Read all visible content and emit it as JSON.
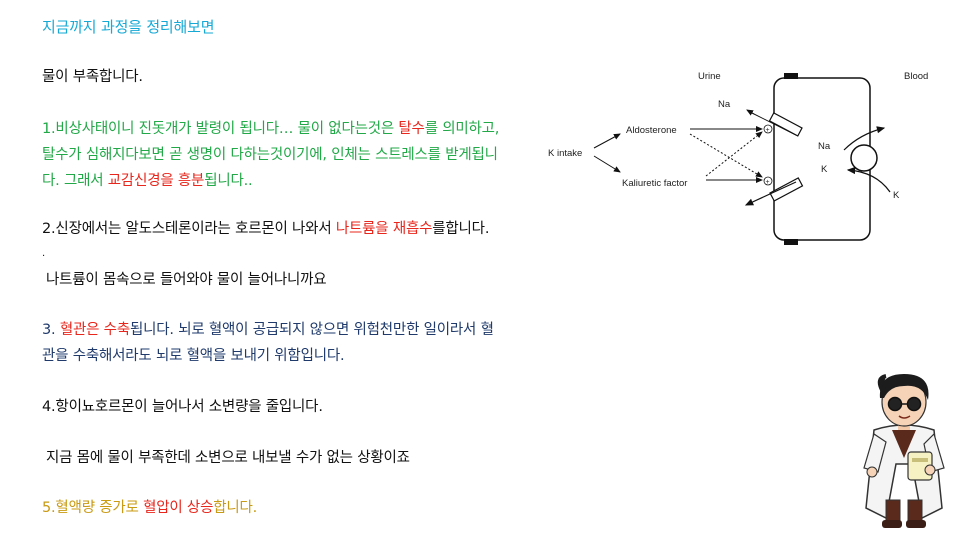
{
  "title": "지금까지 과정을 정리해보면",
  "lines": {
    "l1": "물이 부족합니다.",
    "l2a": "1.비상사태이니 진돗개가 발령이 됩니다… 물이 없다는것은 ",
    "l2b": "탈수",
    "l2c": "를 의미하고,",
    "l3": "탈수가 심해지다보면 곧 생명이 다하는것이기에, 인체는 스트레스를 받게됩니",
    "l4a": "다. 그래서 ",
    "l4b": "교감신경을 흥분",
    "l4c": "됩니다..",
    "l5a": "2.신장에서는 알도스테론이라는 호르몬이 나와서 ",
    "l5b": "나트륨을 재흡수",
    "l5c": "를합니다.",
    "l5dot": ".",
    "l6": "나트륨이 몸속으로 들어와야 물이 늘어나니까요",
    "l7a": "3. ",
    "l7b": "혈관은 수축",
    "l7c": "됩니다. 뇌로 혈액이 공급되지 않으면 위험천만한 일이라서 혈",
    "l8": "관을 수축해서라도 뇌로 혈액을 보내기 위함입니다.",
    "l9": "4.항이뇨호르몬이 늘어나서 소변량을 줄입니다.",
    "l10": "지금 몸에 물이 부족한데 소변으로 내보낼 수가 없는 상황이죠",
    "l11a": "5.혈액량 증가로 ",
    "l11b": "혈압이 상승",
    "l11c": "합니다."
  },
  "diagram": {
    "urine": "Urine",
    "blood": "Blood",
    "na_top": "Na",
    "k_intake": "K intake",
    "aldosterone": "Aldosterone",
    "kaliuretic": "Kaliuretic factor",
    "na_right": "Na",
    "k_right": "K",
    "k_bottom": "K"
  },
  "colors": {
    "title": "#16a9d6",
    "green": "#21a847",
    "red": "#e8261c",
    "navy": "#1f3a6b",
    "gold": "#c99a13",
    "text": "#111111"
  }
}
